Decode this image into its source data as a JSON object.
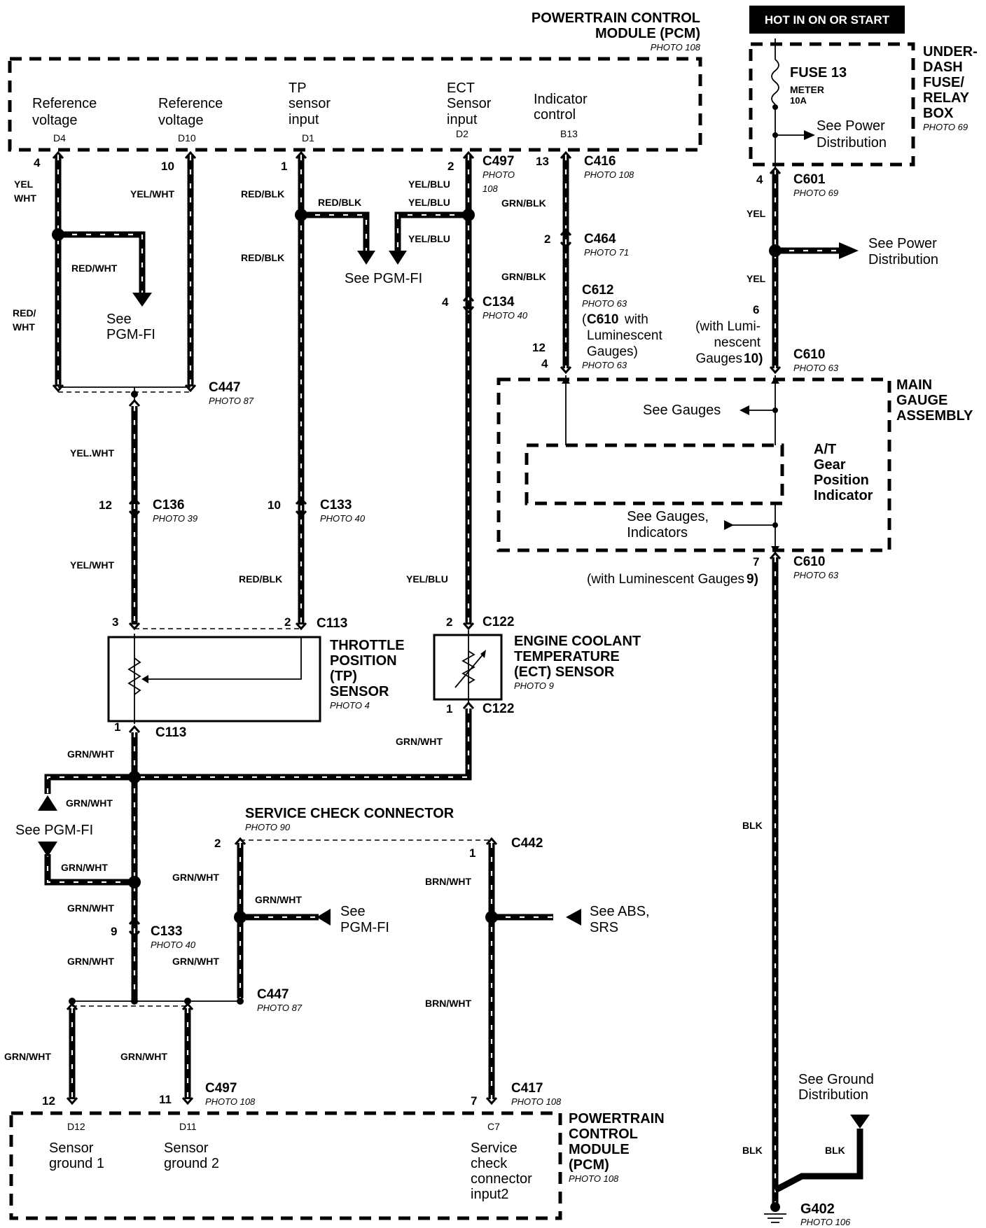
{
  "pcm_top": {
    "title": [
      "POWERTRAIN CONTROL",
      "MODULE (PCM)"
    ],
    "photo": "PHOTO 108",
    "pins": [
      {
        "lines": [
          "Reference",
          "voltage"
        ],
        "pin": "D4"
      },
      {
        "lines": [
          "Reference",
          "voltage"
        ],
        "pin": "D10"
      },
      {
        "lines": [
          "TP",
          "sensor",
          "input"
        ],
        "pin": "D1"
      },
      {
        "lines": [
          "ECT",
          "Sensor",
          "input"
        ],
        "pin": "D2"
      },
      {
        "lines": [
          "Indicator",
          "control"
        ],
        "pin": "B13"
      }
    ]
  },
  "power": {
    "hot_label": "HOT IN ON OR START",
    "fuse_box": [
      "UNDER-",
      "DASH",
      "FUSE/",
      "RELAY",
      "BOX"
    ],
    "fuse_box_photo": "PHOTO 69",
    "fuse": "FUSE 13",
    "fuse_meter": "METER",
    "fuse_amp": "10A",
    "see_power": [
      "See Power",
      "Distribution"
    ]
  },
  "connectors": {
    "c497_top": {
      "name": "C497",
      "photo": [
        "PHOTO",
        "108"
      ],
      "pins": [
        "4",
        "10",
        "1",
        "2"
      ]
    },
    "c416": {
      "name": "C416",
      "photo": "PHOTO 108",
      "pin": "13"
    },
    "c601": {
      "name": "C601",
      "photo": "PHOTO 69",
      "pin": "4"
    },
    "c464": {
      "name": "C464",
      "photo": "PHOTO 71",
      "pin": "2"
    },
    "c134": {
      "name": "C134",
      "photo": "PHOTO 40",
      "pin": "4"
    },
    "c612": {
      "name": "C612",
      "photo": "PHOTO 63",
      "note_bold": "C610",
      "note": [
        "with",
        "Luminescent",
        "Gauges)"
      ],
      "photo2": "PHOTO 63",
      "pins": [
        "12",
        "4"
      ]
    },
    "c610_top": {
      "name": "C610",
      "photo": "PHOTO 63",
      "pin": "6",
      "note": [
        "(with Lumi-",
        "nescent",
        "Gauges"
      ],
      "note_num": "10)"
    },
    "c447_top": {
      "name": "C447",
      "photo": "PHOTO 87"
    },
    "c136": {
      "name": "C136",
      "photo": "PHOTO 39",
      "pin": "12"
    },
    "c133_top": {
      "name": "C133",
      "photo": "PHOTO 40",
      "pin": "10"
    },
    "c113_top": {
      "name": "C113",
      "pins": [
        "3",
        "2"
      ]
    },
    "c122_top": {
      "name": "C122",
      "pin": "2"
    },
    "c113_bot": {
      "name": "C113",
      "pin": "1"
    },
    "c122_bot": {
      "name": "C122",
      "pin": "1"
    },
    "c610_bot": {
      "name": "C610",
      "photo": "PHOTO 63",
      "pin": "7",
      "note": "(with Luminescent Gauges",
      "note_num": "9)"
    },
    "c442": {
      "name": "C442",
      "pin": "1"
    },
    "c133_bot": {
      "name": "C133",
      "photo": "PHOTO 40",
      "pin": "9"
    },
    "c447_bot": {
      "name": "C447",
      "photo": "PHOTO 87"
    },
    "c497_bot": {
      "name": "C497",
      "photo": "PHOTO 108",
      "pins": [
        "12",
        "11"
      ]
    },
    "c417": {
      "name": "C417",
      "photo": "PHOTO 108",
      "pin": "7"
    }
  },
  "wires": {
    "yel_wht_a": [
      "YEL",
      "WHT"
    ],
    "yel_wht": "YEL/WHT",
    "yel_wht_b": "YEL.WHT",
    "red_wht": "RED/WHT",
    "red_wht_split": [
      "RED/",
      "WHT"
    ],
    "red_blk": "RED/BLK",
    "yel_blu": "YEL/BLU",
    "grn_blk": "GRN/BLK",
    "yel": "YEL",
    "grn_wht": "GRN/WHT",
    "brn_wht": "BRN/WHT",
    "blk": "BLK"
  },
  "refs": {
    "see_pgmfi": "See PGM-FI",
    "see_pgmfi_split": [
      "See",
      "PGM-FI"
    ],
    "see_pgmfi_left": "See PGM-FI",
    "see_gauges": "See Gauges",
    "see_gauges_ind": [
      "See Gauges,",
      "Indicators"
    ],
    "see_abs": [
      "See ABS,",
      "SRS"
    ],
    "see_ground": [
      "See Ground",
      "Distribution"
    ]
  },
  "components": {
    "main_gauge": [
      "MAIN",
      "GAUGE",
      "ASSEMBLY"
    ],
    "at_gear": [
      "A/T",
      "Gear",
      "Position",
      "Indicator"
    ],
    "tp_sensor": [
      "THROTTLE",
      "POSITION",
      "(TP)",
      "SENSOR"
    ],
    "tp_photo": "PHOTO 4",
    "ect_sensor": [
      "ENGINE COOLANT",
      "TEMPERATURE",
      "(ECT) SENSOR"
    ],
    "ect_photo": "PHOTO 9",
    "service_check": "SERVICE CHECK CONNECTOR",
    "service_check_photo": "PHOTO 90",
    "service_pins": [
      "2"
    ],
    "ground": "G402",
    "ground_photo": "PHOTO 106"
  },
  "pcm_bottom": {
    "title": [
      "POWERTRAIN",
      "CONTROL",
      "MODULE",
      "(PCM)"
    ],
    "photo": "PHOTO 108",
    "pins": [
      {
        "lines": [
          "Sensor",
          "ground 1"
        ],
        "pin": "D12"
      },
      {
        "lines": [
          "Sensor",
          "ground 2"
        ],
        "pin": "D11"
      },
      {
        "lines": [
          "Service",
          "check",
          "connector",
          "input2"
        ],
        "pin": "C7"
      }
    ]
  }
}
